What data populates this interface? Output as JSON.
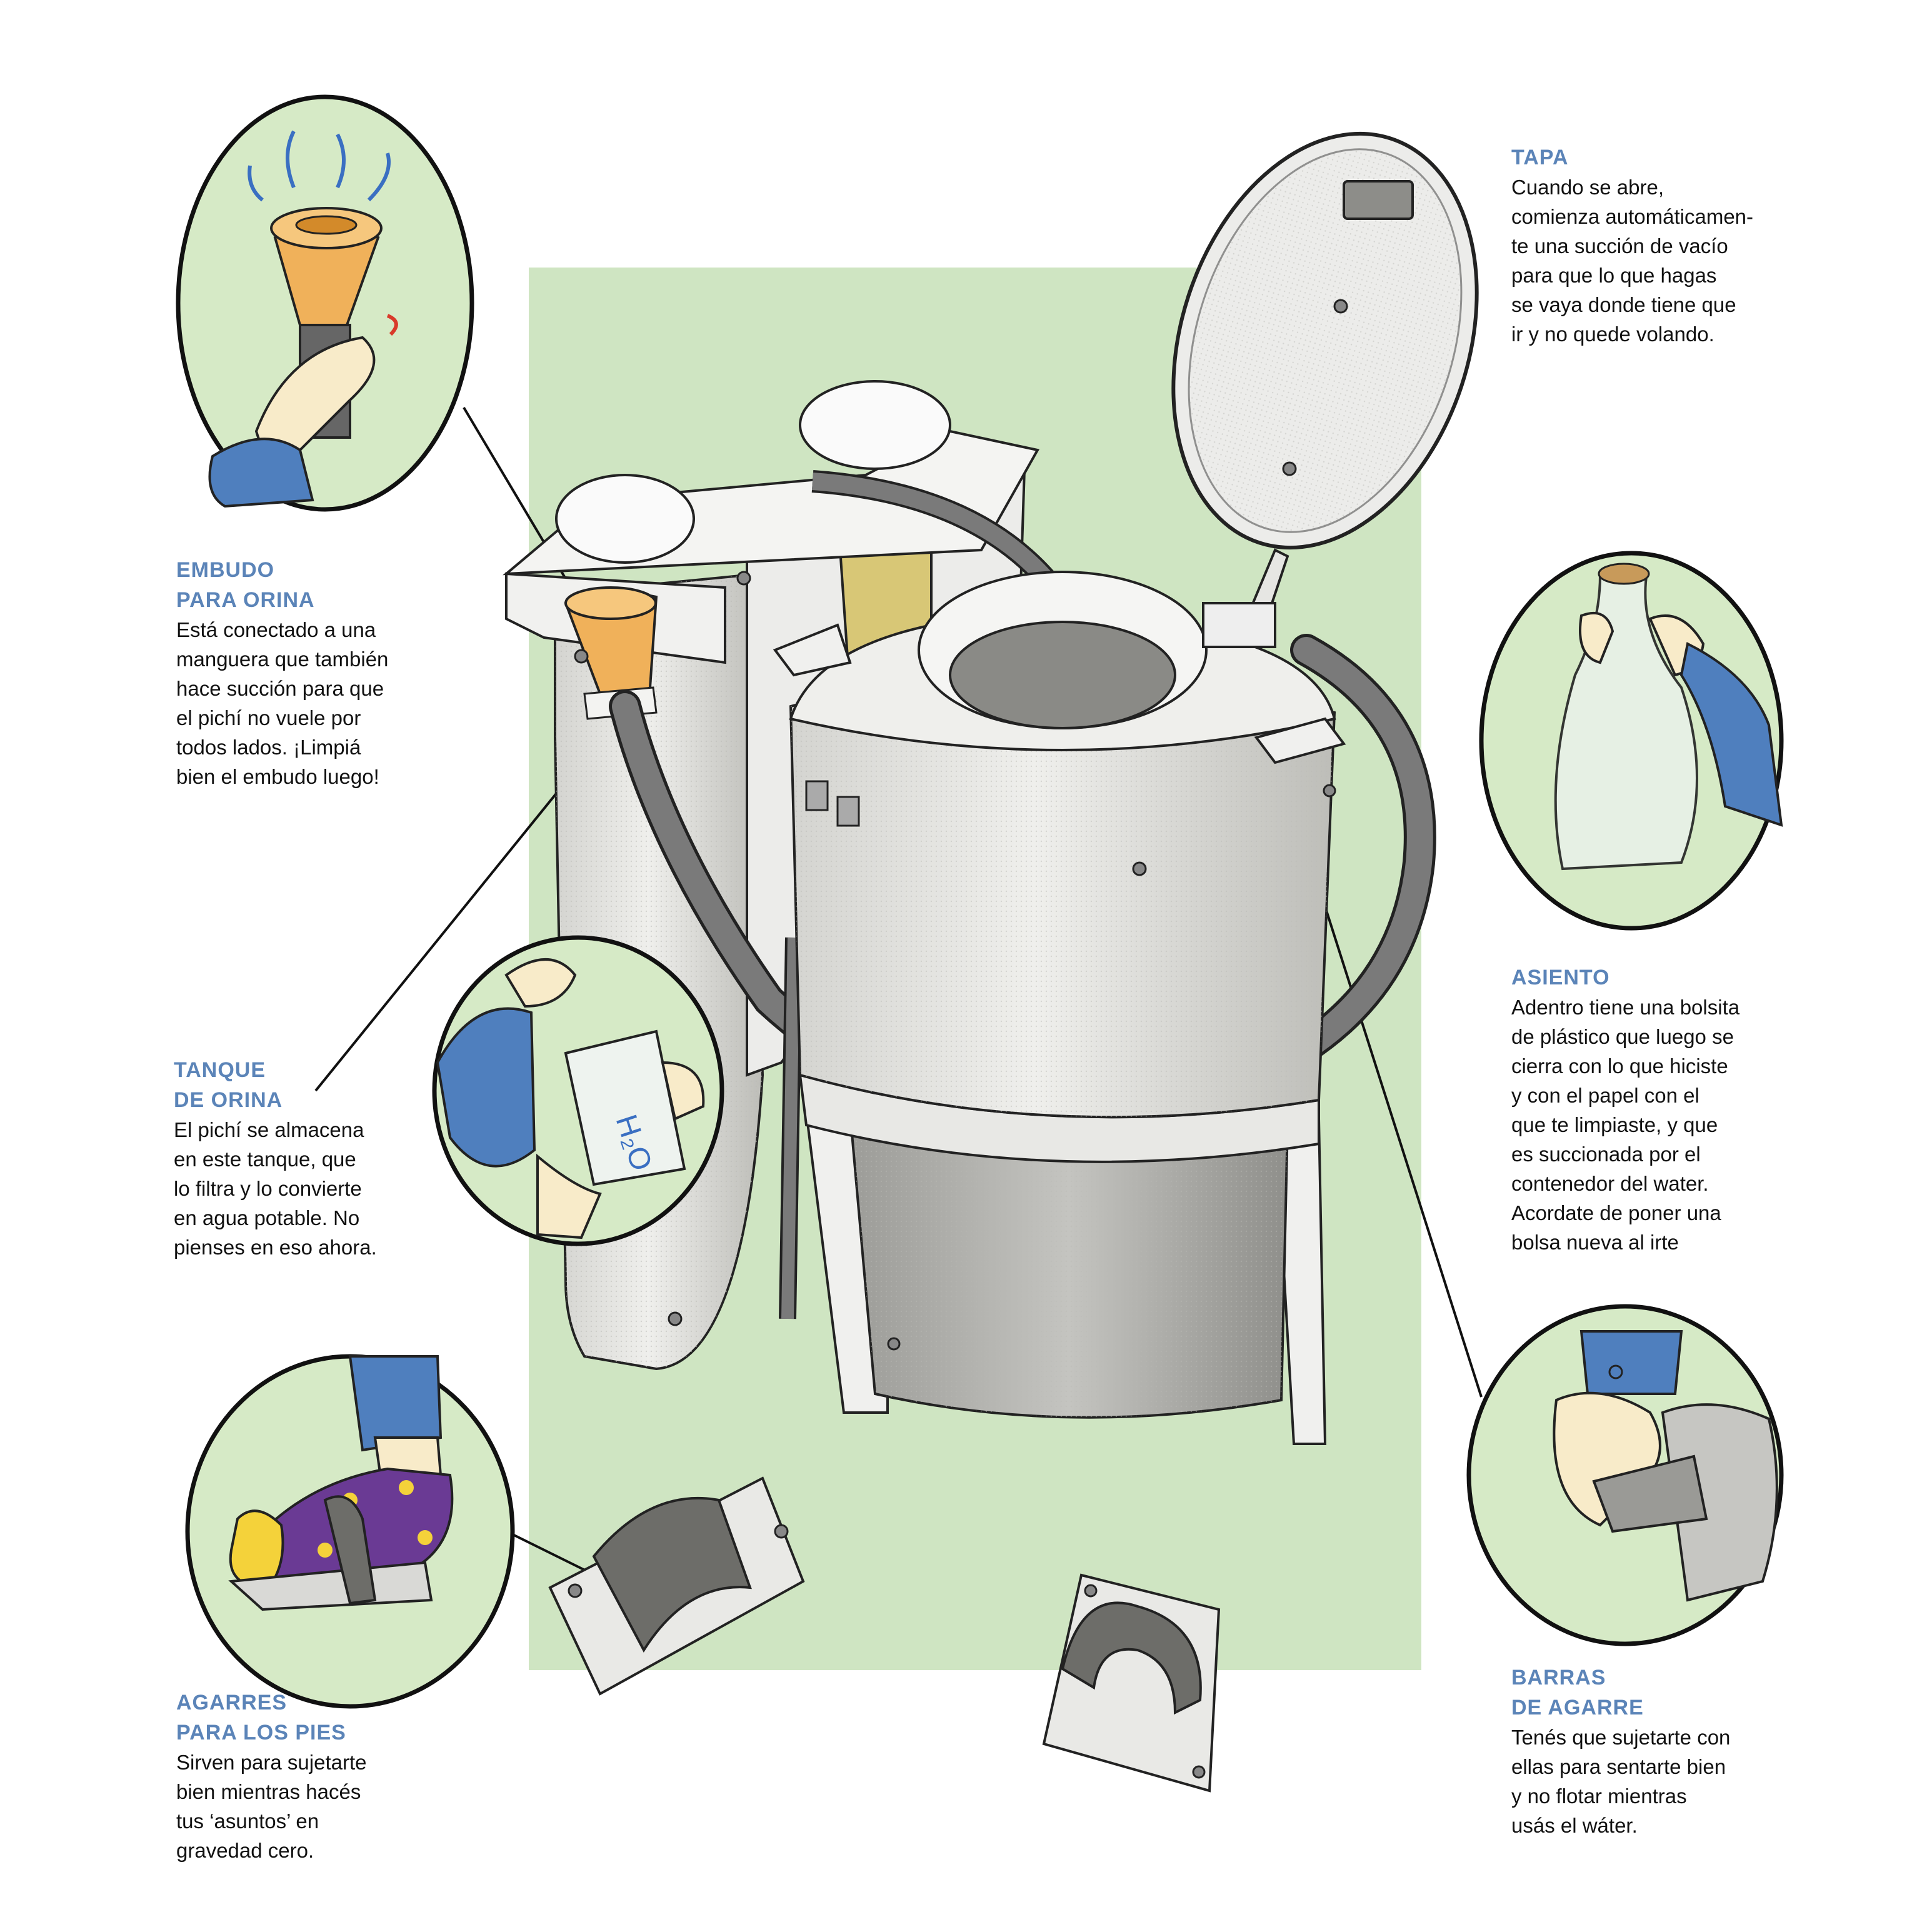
{
  "colors": {
    "panel": "#cfe5c2",
    "bubble": "#d6eac6",
    "title": "#5b84b8",
    "hose": "#7a7a7a",
    "metal": "#e6e6e3",
    "funnel": "#f0b15a",
    "sleeve": "#4f7fbe",
    "skin": "#f8ebc9",
    "sock": "#6a3a94",
    "star": "#f4d23a"
  },
  "icons": [
    "funnel-icon",
    "water-bag-icon",
    "trash-bag-icon",
    "foot-strap-icon",
    "grab-bar-icon",
    "lid-icon"
  ],
  "callouts": {
    "tapa": {
      "title": [
        "TAPA"
      ],
      "body": [
        "Cuando se abre,",
        "comienza automáticamen-",
        "te una succión de vacío",
        "para que lo que hagas",
        "se vaya donde tiene que",
        "ir y no quede volando."
      ]
    },
    "embudo": {
      "title": [
        "EMBUDO",
        "PARA ORINA"
      ],
      "body": [
        "Está conectado a una",
        "manguera que también",
        "hace succión para que",
        "el pichí no vuele por",
        "todos lados. ¡Limpiá",
        "bien el embudo luego!"
      ]
    },
    "tanque": {
      "title": [
        "TANQUE",
        "DE ORINA"
      ],
      "body": [
        "El pichí se almacena",
        "en este tanque, que",
        "lo filtra y lo convierte",
        "en agua potable. No",
        "pienses en eso ahora."
      ]
    },
    "asiento": {
      "title": [
        "ASIENTO"
      ],
      "body": [
        "Adentro tiene una bolsita",
        "de plástico que luego se",
        "cierra con lo que hiciste",
        "y con el papel con el",
        "que te limpiaste, y que",
        "es succionada por el",
        "contenedor del water.",
        "Acordate de poner una",
        "bolsa nueva al irte"
      ]
    },
    "agarres": {
      "title": [
        "AGARRES",
        "PARA LOS PIES"
      ],
      "body": [
        "Sirven para sujetarte",
        "bien mientras hacés",
        "tus ‘asuntos’ en",
        "gravedad cero."
      ]
    },
    "barras": {
      "title": [
        "BARRAS",
        "DE AGARRE"
      ],
      "body": [
        "Tenés que sujetarte con",
        "ellas para sentarte bien",
        "y no flotar mientras",
        "usás el wáter."
      ]
    }
  },
  "bubble_labels": {
    "water_bag": "H₂O"
  }
}
